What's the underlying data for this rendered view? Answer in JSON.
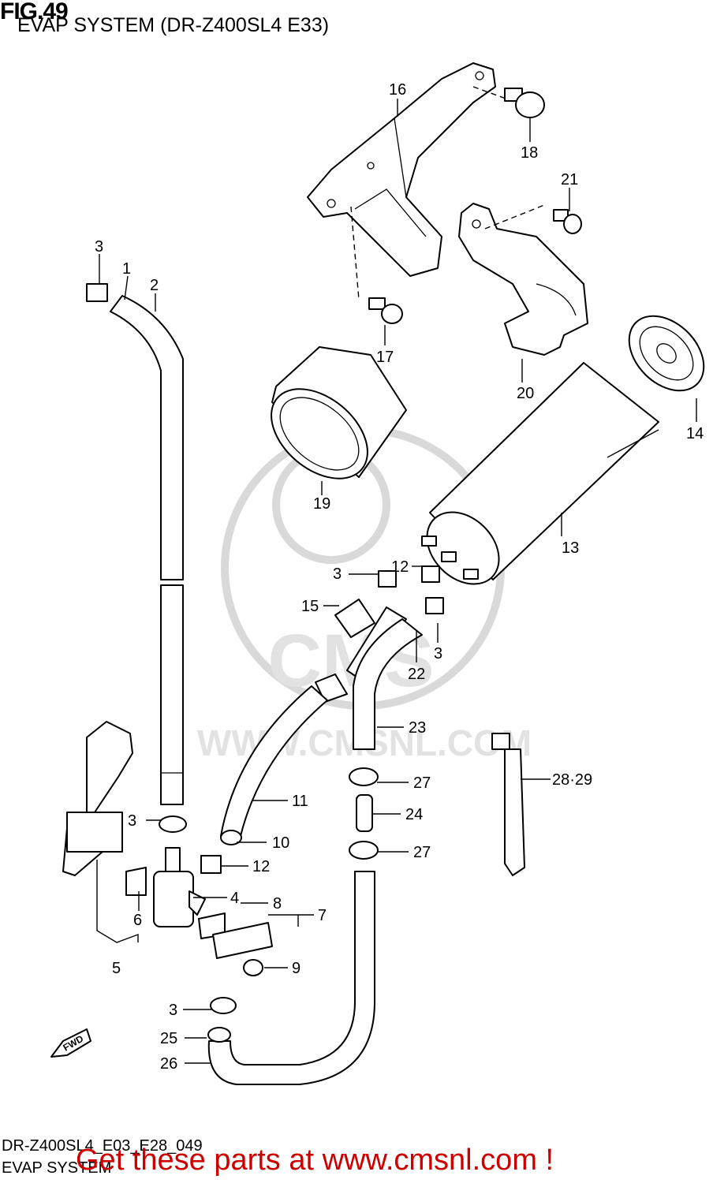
{
  "header": {
    "fig": "FIG.49",
    "subtitle": "EVAP SYSTEM (DR-Z400SL4 E33)"
  },
  "footer": {
    "code": "DR-Z400SL4_E03_E28_049",
    "name": "EVAP SYSTEM",
    "promo": "Get these parts at www.cmsnl.com !"
  },
  "watermark": {
    "text": "WWW.CMSNL.COM",
    "brand": "CMS"
  },
  "direction_marker": "FWD",
  "callouts": {
    "p1": "1",
    "p2": "2",
    "p3a": "3",
    "p3b": "3",
    "p3c": "3",
    "p3d": "3",
    "p3e": "3",
    "p4": "4",
    "p5": "5",
    "p6": "6",
    "p7": "7",
    "p8": "8",
    "p9": "9",
    "p10": "10",
    "p11": "11",
    "p12a": "12",
    "p12b": "12",
    "p13": "13",
    "p14": "14",
    "p15": "15",
    "p16": "16",
    "p17": "17",
    "p18": "18",
    "p19": "19",
    "p20": "20",
    "p21": "21",
    "p22": "22",
    "p23": "23",
    "p24": "24",
    "p25": "25",
    "p26": "26",
    "p27a": "27",
    "p27b": "27",
    "p2829": "28·29"
  }
}
